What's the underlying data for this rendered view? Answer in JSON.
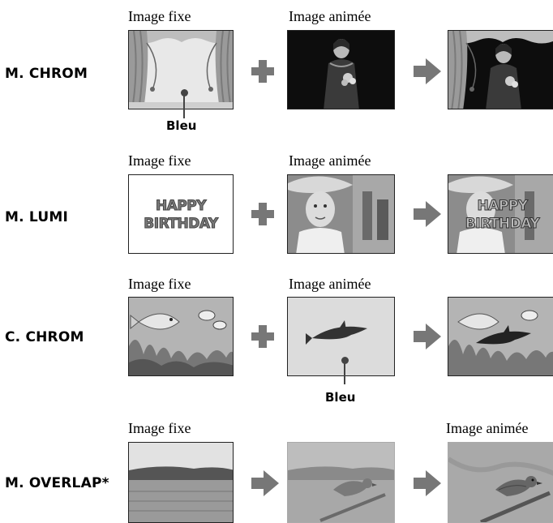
{
  "captions": {
    "image_fixe": "Image fixe",
    "image_animee": "Image animée"
  },
  "callout": {
    "blue": "Bleu"
  },
  "rows": [
    {
      "mode": "M. CHROM"
    },
    {
      "mode": "M. LUMI"
    },
    {
      "mode": "C. CHROM"
    },
    {
      "mode": "M. OVERLAP*"
    }
  ],
  "overlay_text": {
    "line1": "HAPPY",
    "line2": "BIRTHDAY"
  },
  "icons": [
    "plus-icon",
    "arrow-right-icon"
  ],
  "colors": {
    "operator_gray": "#777777",
    "blue_panel": "#dcdcdc"
  }
}
